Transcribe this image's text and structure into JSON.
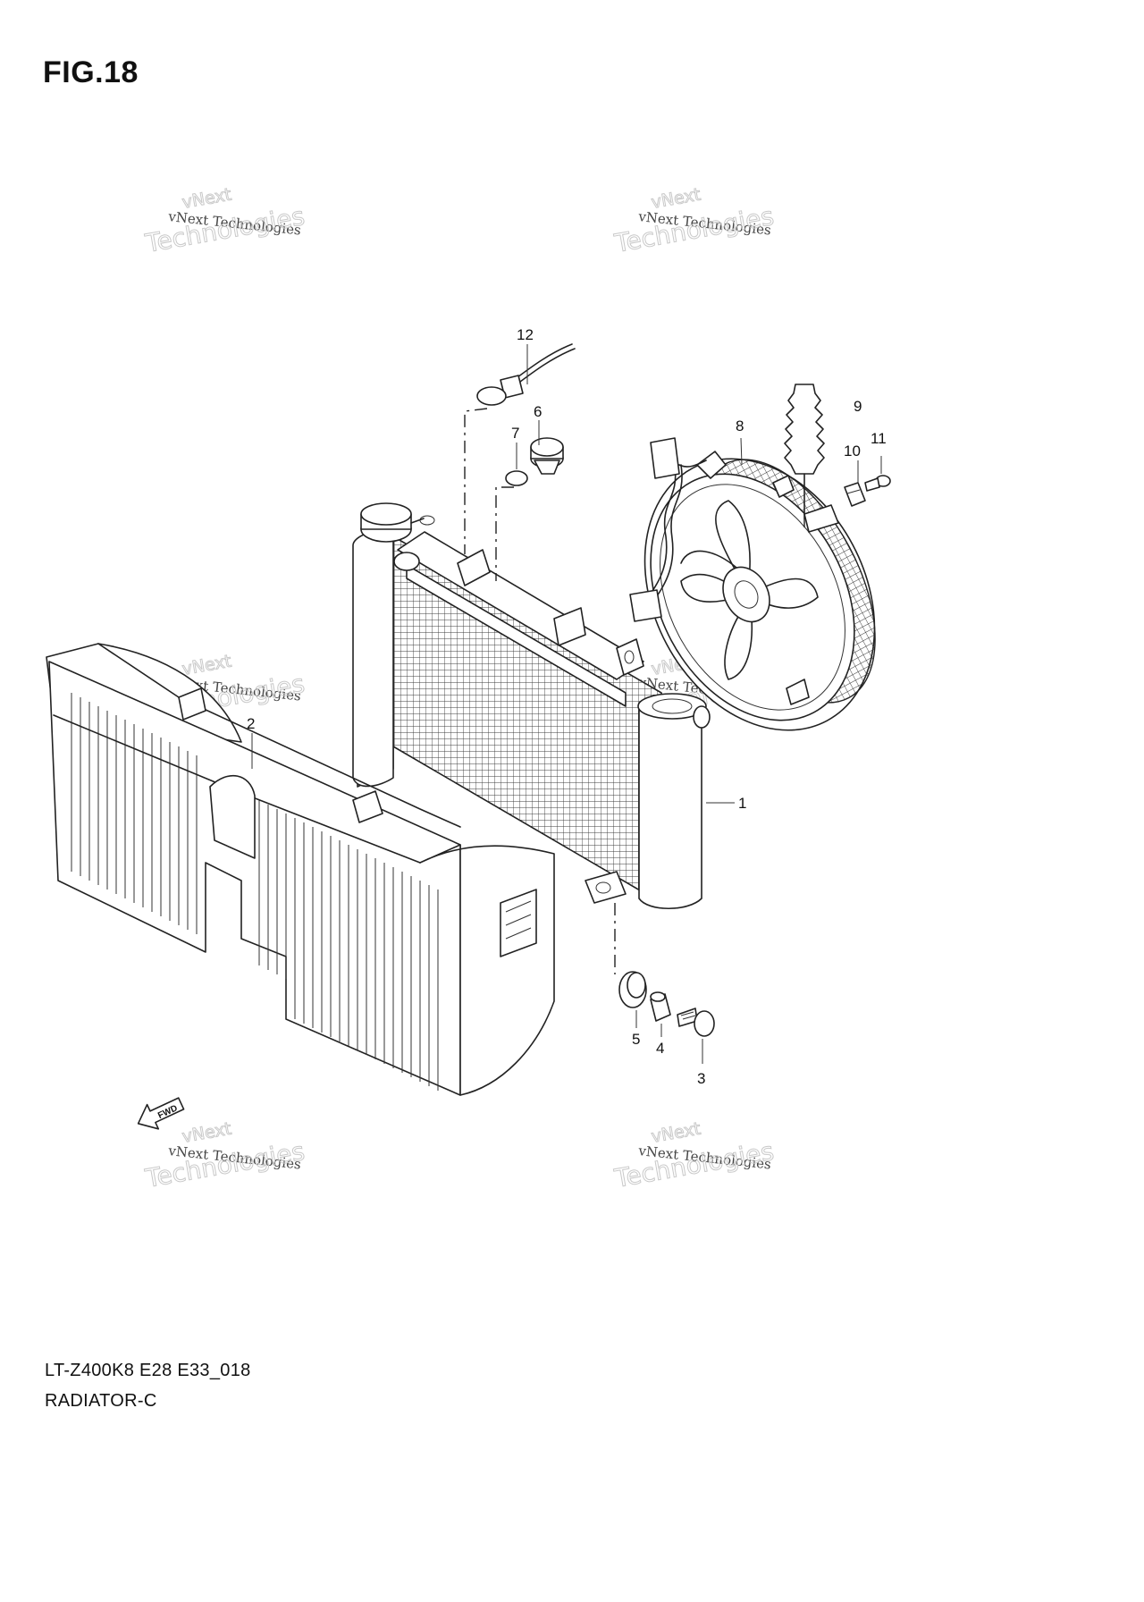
{
  "figure": {
    "title": "FIG.18",
    "model_code": "LT-Z400K8 E28 E33_018",
    "model_name": "RADIATOR-C"
  },
  "watermark": {
    "line1": "vNext",
    "line2": "vNext Technologies",
    "line3": "Technologies"
  },
  "fwd_label": "FWD",
  "callouts": [
    "1",
    "2",
    "3",
    "4",
    "5",
    "6",
    "7",
    "8",
    "9",
    "10",
    "11",
    "12"
  ]
}
